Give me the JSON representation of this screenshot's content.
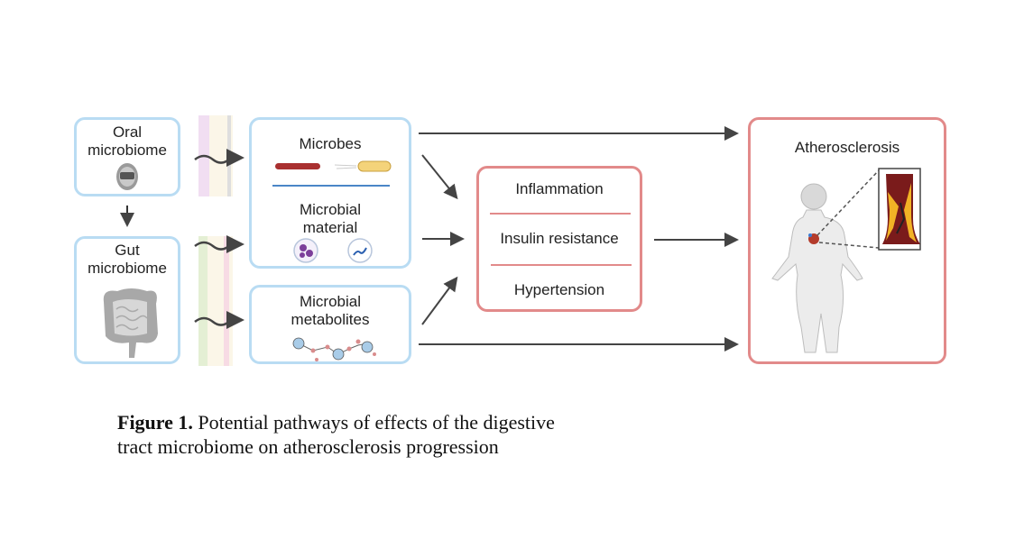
{
  "diagram": {
    "sources": {
      "oral": {
        "line1": "Oral",
        "line2": "microbiome"
      },
      "gut": {
        "line1": "Gut",
        "line2": "microbiome"
      }
    },
    "factors": {
      "microbes": "Microbes",
      "material_line1": "Microbial",
      "material_line2": "material",
      "metabolites_line1": "Microbial",
      "metabolites_line2": "metabolites"
    },
    "mechanisms": [
      "Inflammation",
      "Insulin resistance",
      "Hypertension"
    ],
    "outcome": "Atherosclerosis",
    "colors": {
      "source_border": "#b9dcf3",
      "mechanism_border": "#e28a8a",
      "arrow": "#444444"
    }
  },
  "caption": {
    "label": "Figure 1.",
    "text": " Potential pathways of effects of the digestive tract microbiome on atherosclerosis progression"
  }
}
